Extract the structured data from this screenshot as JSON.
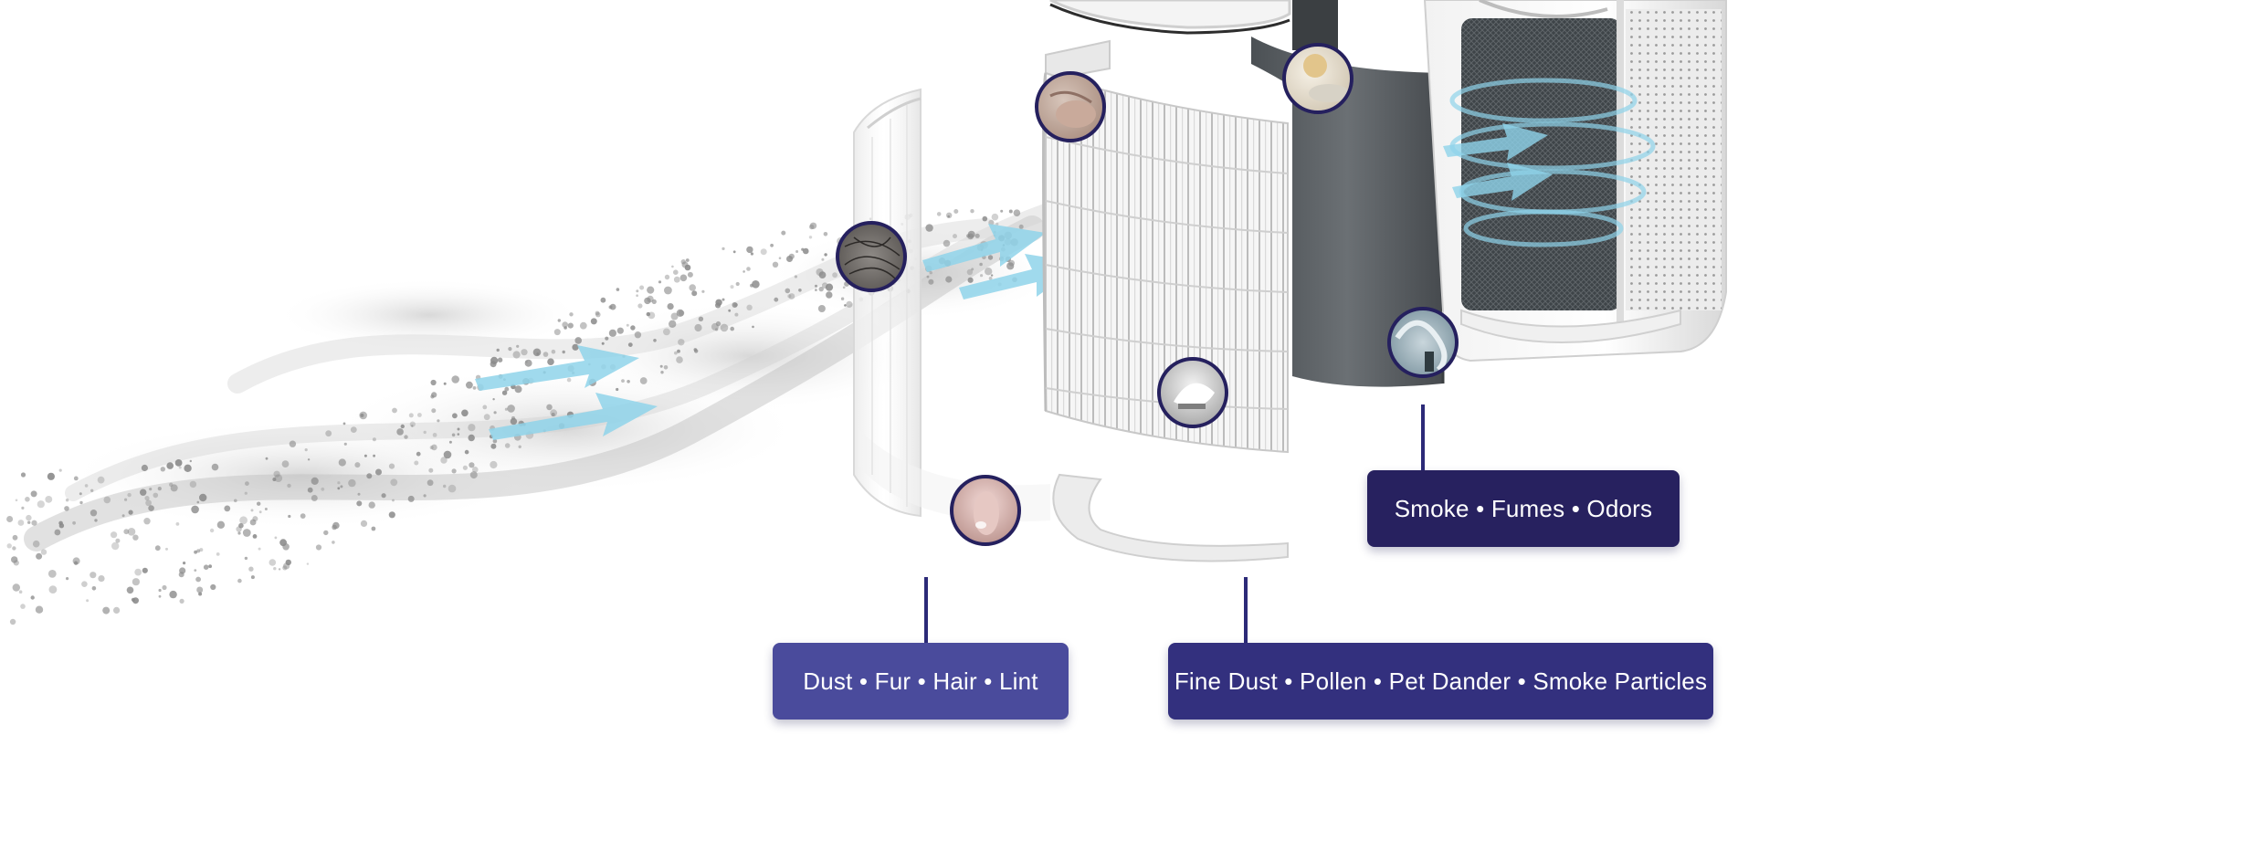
{
  "filter_labels": {
    "odors": "Smoke • Fumes • Odors",
    "dust": "Dust • Fur • Hair • Lint",
    "fine": "Fine Dust • Pollen • Pet Dander • Smoke Particles"
  },
  "colors": {
    "odors_box": "#27215f",
    "dust_box": "#4a4b9c",
    "fine_box": "#33307e",
    "connector": "#2c2a78",
    "badge_ring": "#25205e",
    "airflow_arrow": "#8fd3ea",
    "particles": "#8a8a8a",
    "carbon_filter": "#555a5e"
  }
}
